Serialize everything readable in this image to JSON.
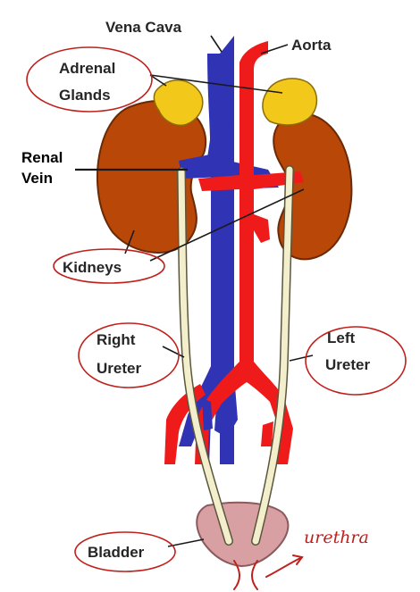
{
  "labels": {
    "vena_cava": "Vena Cava",
    "aorta": "Aorta",
    "adrenal_line1": "Adrenal",
    "adrenal_line2": "Glands",
    "renal_line1": "Renal",
    "renal_line2": "Vein",
    "kidneys": "Kidneys",
    "right_ureter_line1": "Right",
    "right_ureter_line2": "Ureter",
    "left_ureter_line1": "Left",
    "left_ureter_line2": "Ureter",
    "bladder": "Bladder",
    "urethra_handwritten": "urethra"
  },
  "colors": {
    "vein": "#2f33b4",
    "artery": "#ef1b1b",
    "kidney": "#b84708",
    "adrenal": "#f2c81a",
    "ureter": "#f3efcc",
    "bladder": "#d9a0a4",
    "annotation": "#c0201c"
  }
}
